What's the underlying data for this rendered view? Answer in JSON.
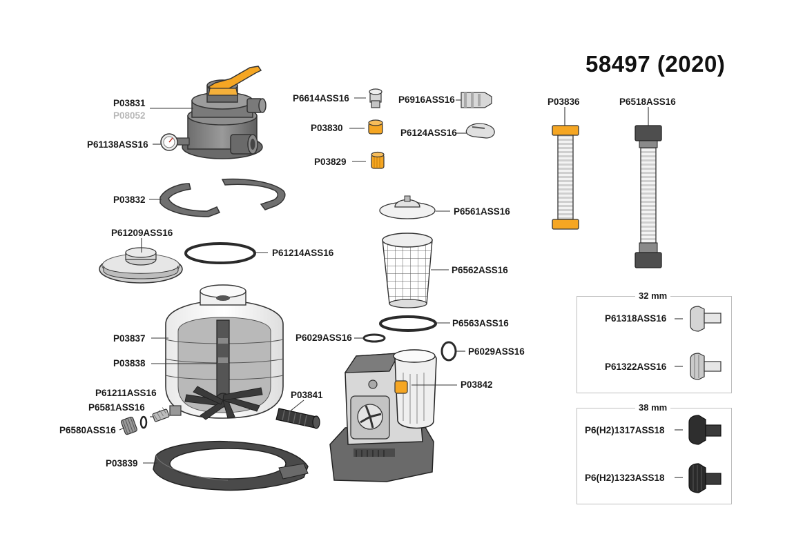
{
  "title": "58497 (2020)",
  "parts": {
    "P03831": "P03831",
    "P08052": "P08052",
    "P61138ASS16": "P61138ASS16",
    "P03832": "P03832",
    "P61209ASS16": "P61209ASS16",
    "P61214ASS16": "P61214ASS16",
    "P03837": "P03837",
    "P03838": "P03838",
    "P61211ASS16": "P61211ASS16",
    "P6581ASS16": "P6581ASS16",
    "P6580ASS16": "P6580ASS16",
    "P03841": "P03841",
    "P03839": "P03839",
    "P6614ASS16": "P6614ASS16",
    "P6916ASS16": "P6916ASS16",
    "P03830": "P03830",
    "P6124ASS16": "P6124ASS16",
    "P03829": "P03829",
    "P6561ASS16": "P6561ASS16",
    "P6562ASS16": "P6562ASS16",
    "P6563ASS16": "P6563ASS16",
    "P6029ASS16_a": "P6029ASS16",
    "P6029ASS16_b": "P6029ASS16",
    "P03842": "P03842",
    "P03836": "P03836",
    "P6518ASS16": "P6518ASS16",
    "P61318ASS16": "P61318ASS16",
    "P61322ASS16": "P61322ASS16",
    "P6H21317ASS18": "P6(H2)1317ASS18",
    "P6H21323ASS18": "P6(H2)1323ASS18"
  },
  "boxes": {
    "box32": "32 mm",
    "box38": "38 mm"
  },
  "colors": {
    "accent_orange": "#f5a623",
    "dark_grey": "#5a5a5a",
    "mid_grey": "#8c8c8c",
    "light_grey": "#d8d8d8",
    "outline": "#3a3a3a",
    "black_part": "#2a2a2a"
  }
}
